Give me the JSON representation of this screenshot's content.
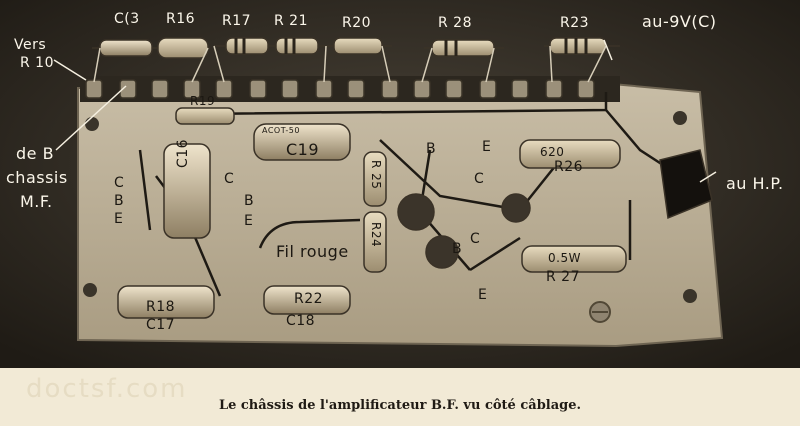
{
  "labels": {
    "vers": "Vers",
    "r10": "R 10",
    "de_b": "de B",
    "chassis": "chassis",
    "mf": "M.F.",
    "c13": "C(3",
    "r16": "R16",
    "r17": "R17",
    "r21": "R 21",
    "r20": "R20",
    "r28": "R 28",
    "r23": "R23",
    "au_9v": "au-9V(C)",
    "r19": "R19",
    "c19": "C19",
    "c16": "C16",
    "r25": "R 25",
    "r24": "R24",
    "r26": "R26",
    "r27": "R 27",
    "r18": "R18",
    "c17": "C17",
    "r22": "R22",
    "c18": "C18",
    "fil_rouge": "Fil rouge",
    "au_hp": "au H.P.",
    "c_left": "C",
    "b_left": "B",
    "e_left": "E",
    "c_mid": "C",
    "b_mid": "B",
    "e_mid": "E",
    "b_top": "B",
    "e_top": "E",
    "c_top": "C",
    "b_bot": "B",
    "c_bot": "C",
    "e_bot": "E",
    "r26_val": "620",
    "r27_val": "0.5W",
    "c19_mark": "ACOT-50"
  },
  "caption": "Le châssis de l'amplificateur B.F. vu côté câblage.",
  "watermark": "doctsf.com"
}
